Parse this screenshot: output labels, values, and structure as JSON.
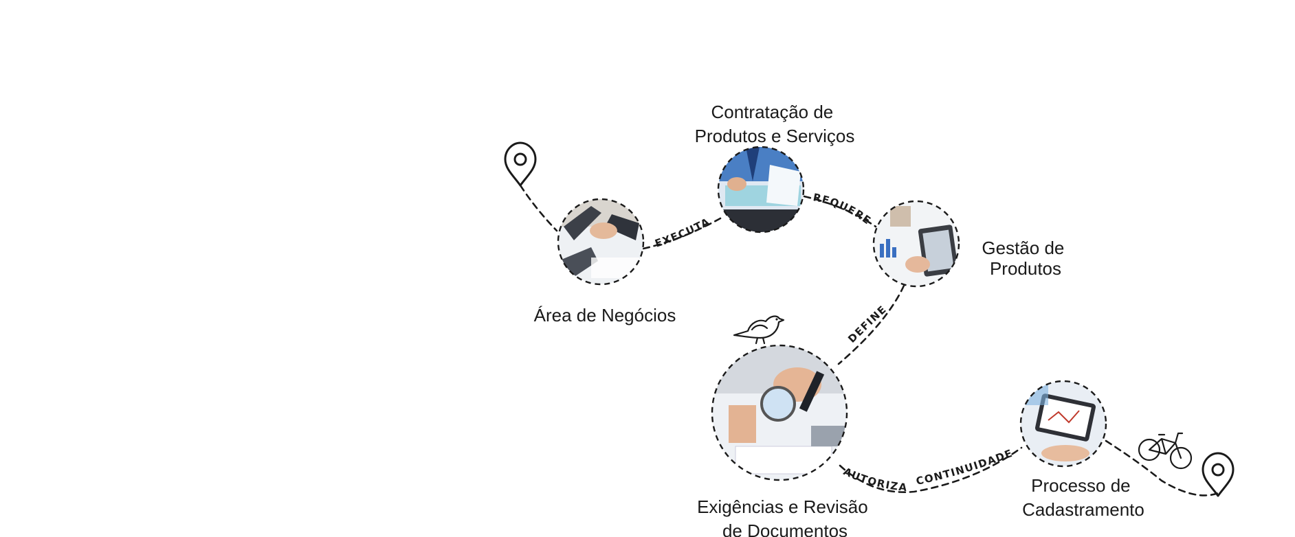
{
  "nodes": {
    "area_negocios": {
      "label_lines": [
        "Área de Negócios"
      ]
    },
    "contratacao": {
      "label_lines": [
        "Contratação de",
        "Produtos e Serviços"
      ]
    },
    "gestao": {
      "label_lines": [
        "Gestão de",
        "Produtos"
      ]
    },
    "exigencias": {
      "label_lines": [
        "Exigências e Revisão",
        "de Documentos"
      ]
    },
    "processo": {
      "label_lines": [
        "Processo de",
        "Cadastramento"
      ]
    }
  },
  "connectors": {
    "executa": "EXECUTA",
    "requere": "REQUERE",
    "define": "DEFINE",
    "autoriza": "AUTORIZA",
    "continuidade": "CONTINUIDADE"
  },
  "icons": [
    "map-pin-icon",
    "bird-icon",
    "bicycle-icon"
  ],
  "colors": {
    "ink": "#1a1a1a",
    "background": "#ffffff"
  }
}
